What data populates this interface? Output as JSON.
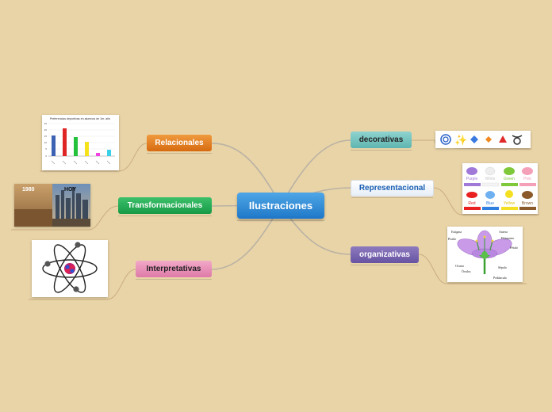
{
  "central": {
    "label": "Ilustraciones"
  },
  "branches": {
    "relacionales": "Relacionales",
    "transformacionales": "Transformacionales",
    "interpretativas": "Interpretativas",
    "decorativas": "decorativas",
    "representacional": "Representacional",
    "organizativas": "organizativas"
  },
  "images": {
    "bar_chart": {
      "title": "Preferencias deportivas en alumnos de 1er. año",
      "ticks": [
        "25",
        "20",
        "15",
        "10",
        "5",
        "0"
      ],
      "colors": [
        "#3b62b3",
        "#e02525",
        "#23c23a",
        "#f5e21a",
        "#f043e0",
        "#3cd0e8"
      ]
    },
    "before_after": {
      "left_label": "1980",
      "right_label": "HOY"
    },
    "colors_card": {
      "labels": [
        "Purple",
        "White",
        "Green",
        "Pink",
        "Red",
        "Blue",
        "Yellow",
        "Brown"
      ],
      "swatches": [
        "#a078d8",
        "#f4f4f4",
        "#7ec83a",
        "#f4a0b8",
        "#e82020",
        "#2e7fe0",
        "#f4e020",
        "#8a5a2a"
      ]
    },
    "flower": {
      "labels": [
        "Estigma",
        "Antera",
        "Pistilo",
        "Filamento",
        "Pétalo",
        "Ovario",
        "Sépalo",
        "Óvulos",
        "Pedúnculo"
      ]
    }
  }
}
